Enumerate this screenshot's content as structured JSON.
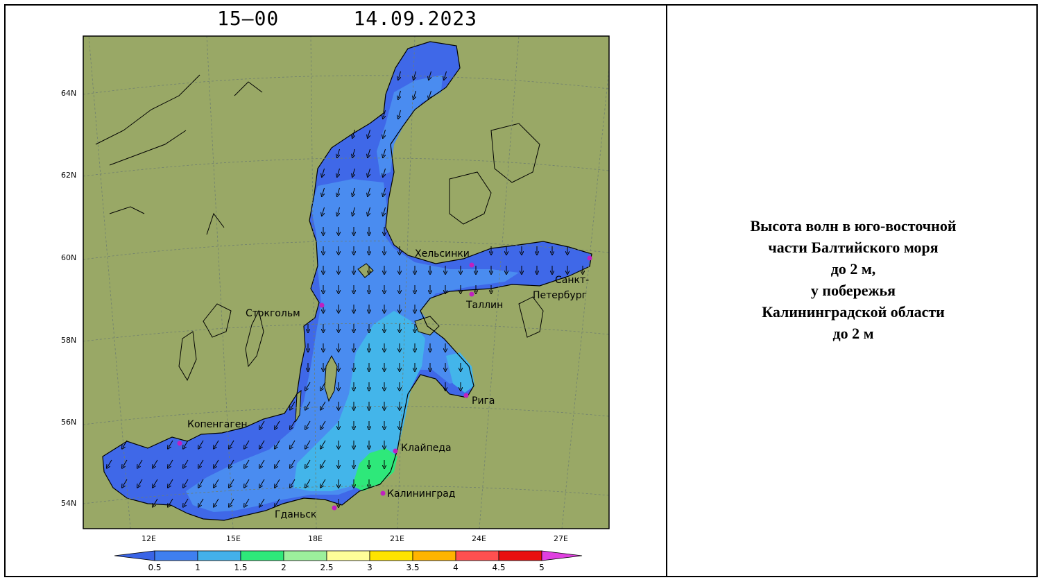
{
  "map": {
    "title_time": "15–00",
    "title_date": "14.09.2023",
    "lat_labels": [
      "64N",
      "62N",
      "60N",
      "58N",
      "56N",
      "54N"
    ],
    "lon_labels": [
      "12E",
      "15E",
      "18E",
      "21E",
      "24E",
      "27E"
    ],
    "cities": [
      {
        "name": "Хельсинки"
      },
      {
        "name": "Санкт-"
      },
      {
        "name": "Петербург"
      },
      {
        "name": "Таллин"
      },
      {
        "name": "Стокгольм"
      },
      {
        "name": "Рига"
      },
      {
        "name": "Копенгаген"
      },
      {
        "name": "Клайпеда"
      },
      {
        "name": "Калининград"
      },
      {
        "name": "Гданьск"
      }
    ],
    "colors": {
      "land": "#99a866",
      "sea_0_5": "#3f68e8",
      "sea_1": "#4a8cf0",
      "sea_1_5": "#43b5ea",
      "sea_2": "#2ee87a",
      "grid": "#6f7f6f",
      "city": "#c020c0"
    },
    "legend": {
      "ticks": [
        "0.5",
        "1",
        "1.5",
        "2",
        "2.5",
        "3",
        "3.5",
        "4",
        "4.5",
        "5"
      ],
      "colors": [
        "#3a64e6",
        "#3f7ff0",
        "#43b0ea",
        "#2ee87a",
        "#9cf09c",
        "#ffff99",
        "#ffe400",
        "#ffb400",
        "#ff5050",
        "#e81010",
        "#e040e0"
      ]
    }
  },
  "caption": {
    "line1": "Высота волн в юго-восточной",
    "line2": "части Балтийского моря",
    "line3": "до 2 м,",
    "line4": "у побережья",
    "line5": "Калининградской области",
    "line6": "до 2 м"
  }
}
